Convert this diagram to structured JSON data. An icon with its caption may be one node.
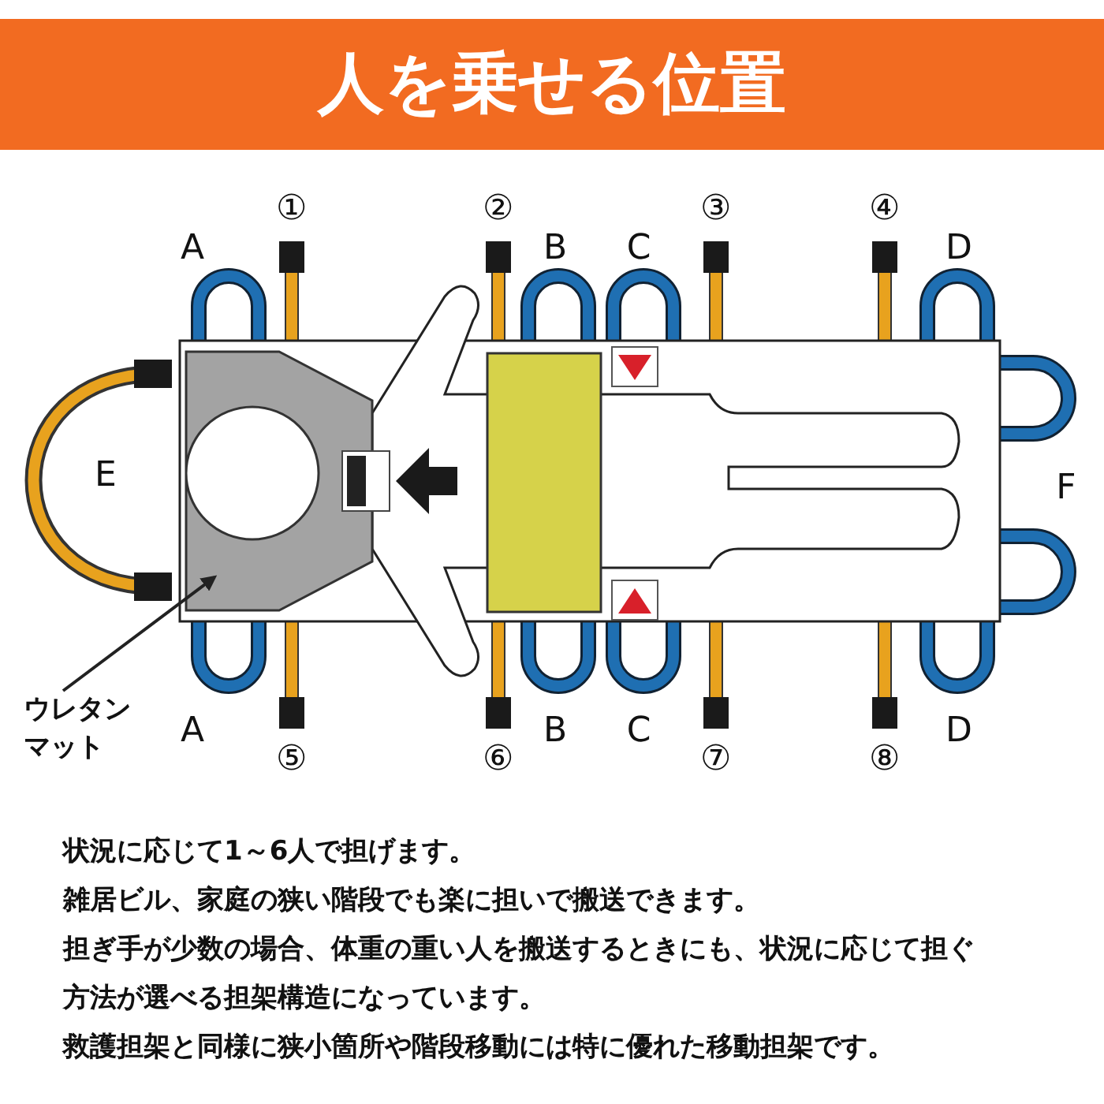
{
  "diagram": {
    "title": "人を乗せる位置",
    "nodes": [
      {
        "text": [
          "ウレタンマット"
        ]
      },
      {
        "text": [],
        "shape": "box"
      }
    ],
    "edges": [
      {
        "from": 0,
        "to": 1,
        "arrow": "to"
      }
    ],
    "labels": [
      "①",
      "②",
      "③",
      "④",
      "A",
      "B",
      "C",
      "D",
      "E",
      "F",
      "A",
      "B",
      "C",
      "D",
      "⑤",
      "⑥",
      "⑦",
      "⑧",
      "状況に応じて1～6人で担げます。",
      "雑居ビル、家庭の狭い階段でも楽に担いで搬送できます。",
      "担ぎ手が少数の場合、体重の重い人を搬送するときにも、状況に応じて担ぐ方法が選べる担架構造になっています。",
      "救護担架と同様に狭小箇所や階段移動には特に優れた移動担架です。"
    ]
  }
}
